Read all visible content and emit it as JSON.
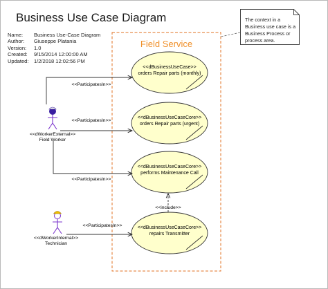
{
  "diagram": {
    "title": "Business Use Case Diagram",
    "metadata": [
      {
        "key": "Name:",
        "value": "Business Use-Case Diagram"
      },
      {
        "key": "Author:",
        "value": "Giuseppe Platania"
      },
      {
        "key": "Version:",
        "value": "1.0"
      },
      {
        "key": "Created:",
        "value": "9/15/2014 12:00:00 AM"
      },
      {
        "key": "Updated:",
        "value": "1/2/2018 12:02:56 PM"
      }
    ],
    "note": "The context in a Business use case is a Business Process or process area.",
    "boundary": {
      "label": "Field Service"
    },
    "actors": [
      {
        "stereotype": "<<dWorkerExternal>>",
        "name": "Field Worker"
      },
      {
        "stereotype": "<<dWorkerInternal>>",
        "name": "Technician"
      }
    ],
    "use_cases": [
      {
        "stereotype": "<<dBusinessUseCase>>",
        "name": "orders Repair parts (monthly)"
      },
      {
        "stereotype": "<<dBusinessUseCaseCore>>",
        "name": "orders Repair parts (urgent)"
      },
      {
        "stereotype": "<<dBusinessUseCaseCore>>",
        "name": "performs Maintenance Call"
      },
      {
        "stereotype": "<<dBusinessUseCaseCore>>",
        "name": "repairs Transmitter"
      }
    ],
    "associations": [
      {
        "label": "<<ParticipatesIn>>"
      },
      {
        "label": "<<ParticipatesIn>>"
      },
      {
        "label": "<<ParticipatesIn>>"
      },
      {
        "label": "<<ParticipatesIn>>"
      }
    ],
    "include_label": "<<include>>",
    "colors": {
      "usecase_fill": "#ffffcc",
      "boundary_stroke": "#e07020",
      "boundary_label": "#f0902a",
      "actor_stroke": "#7a33cc",
      "actor_head": "#3a1fa0",
      "line": "#333333"
    }
  }
}
